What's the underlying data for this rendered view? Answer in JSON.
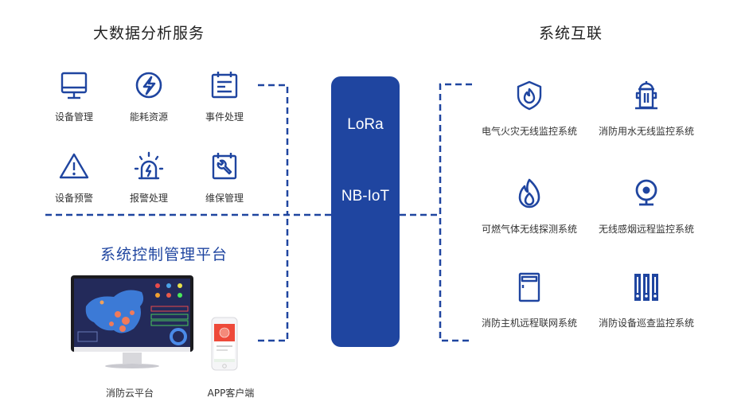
{
  "left_section": {
    "title": "大数据分析服务",
    "services": [
      {
        "label": "设备管理",
        "icon": "monitor-icon"
      },
      {
        "label": "能耗资源",
        "icon": "lightning-icon"
      },
      {
        "label": "事件处理",
        "icon": "calendar-list-icon"
      },
      {
        "label": "设备预警",
        "icon": "warning-icon"
      },
      {
        "label": "报警处理",
        "icon": "alarm-light-icon"
      },
      {
        "label": "维保管理",
        "icon": "wrench-calendar-icon"
      }
    ]
  },
  "platform_section": {
    "title": "系统控制管理平台",
    "clients": [
      {
        "label": "消防云平台",
        "icon": "desktop-monitor-icon"
      },
      {
        "label": "APP客户端",
        "icon": "smartphone-icon"
      }
    ]
  },
  "hub": {
    "protocols": [
      "LoRa",
      "NB-IoT"
    ],
    "color": "#1f45a0"
  },
  "right_section": {
    "title": "系统互联",
    "systems": [
      {
        "label": "电气火灾无线监控系统",
        "icon": "shield-flame-icon"
      },
      {
        "label": "消防用水无线监控系统",
        "icon": "fire-hydrant-icon"
      },
      {
        "label": "可燃气体无线探测系统",
        "icon": "flame-icon"
      },
      {
        "label": "无线感烟远程监控系统",
        "icon": "webcam-icon"
      },
      {
        "label": "消防主机远程联网系统",
        "icon": "cabinet-icon"
      },
      {
        "label": "消防设备巡查监控系统",
        "icon": "alert-bars-icon"
      }
    ]
  },
  "colors": {
    "accent": "#1f45a0",
    "text": "#333333",
    "title": "#222222"
  }
}
